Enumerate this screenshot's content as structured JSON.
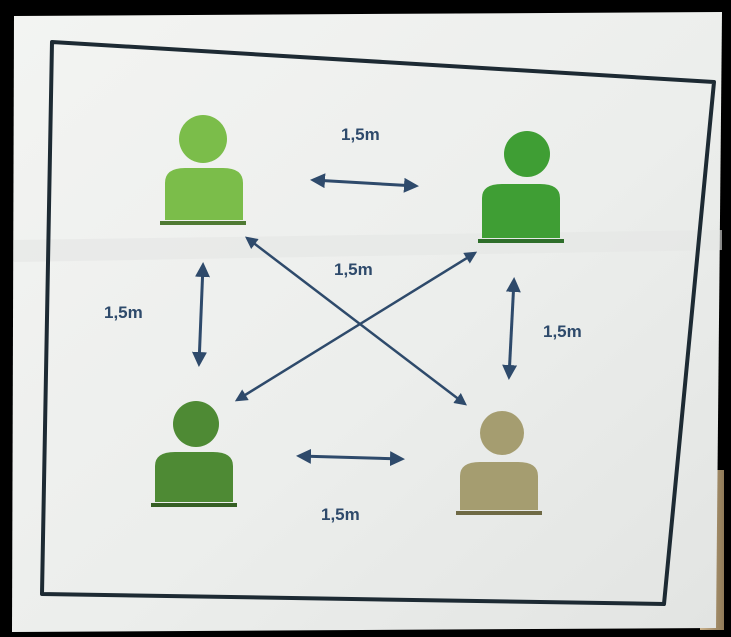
{
  "sign": {
    "distances": {
      "top": "1,5m",
      "left": "1,5m",
      "center": "1,5m",
      "right": "1,5m",
      "bottom": "1,5m"
    },
    "people": [
      {
        "name": "person-top-left",
        "color": "#7bbd4a"
      },
      {
        "name": "person-top-right",
        "color": "#3f9e34"
      },
      {
        "name": "person-bottom-left",
        "color": "#4e8a34"
      },
      {
        "name": "person-bottom-right",
        "color": "#a59d70"
      }
    ],
    "colors": {
      "frame": "#1d2a33",
      "paper": "#eef0ee",
      "arrow": "#2e4a6b",
      "backdrop": "#b9a07c"
    }
  }
}
